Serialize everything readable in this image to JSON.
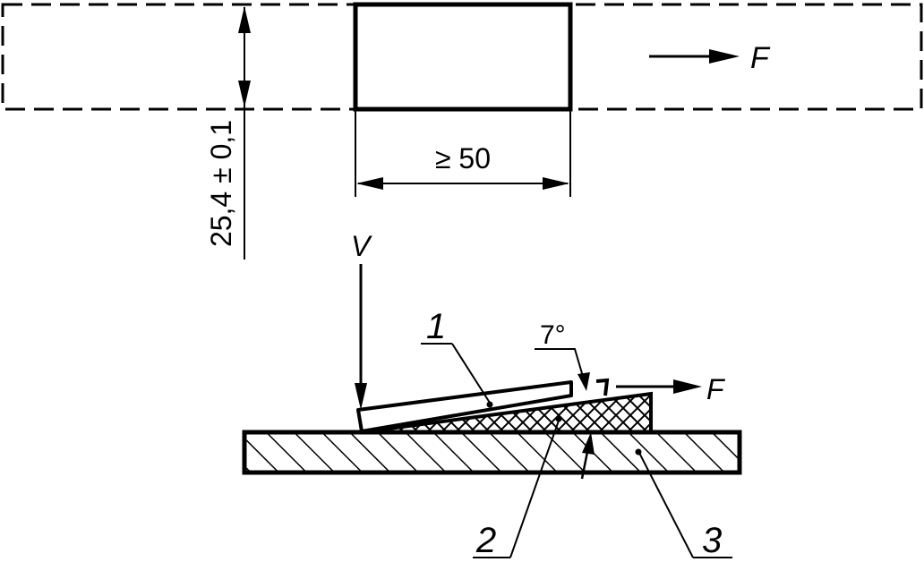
{
  "diagram": {
    "force_symbol": "F",
    "vertical_load_symbol": "V",
    "width_dimension": "≥ 50",
    "height_dimension": "25,4 ± 0,1",
    "angle": "7°",
    "callouts": [
      "1",
      "2",
      "3"
    ],
    "colors": {
      "line": "#000000",
      "background": "#ffffff"
    }
  }
}
